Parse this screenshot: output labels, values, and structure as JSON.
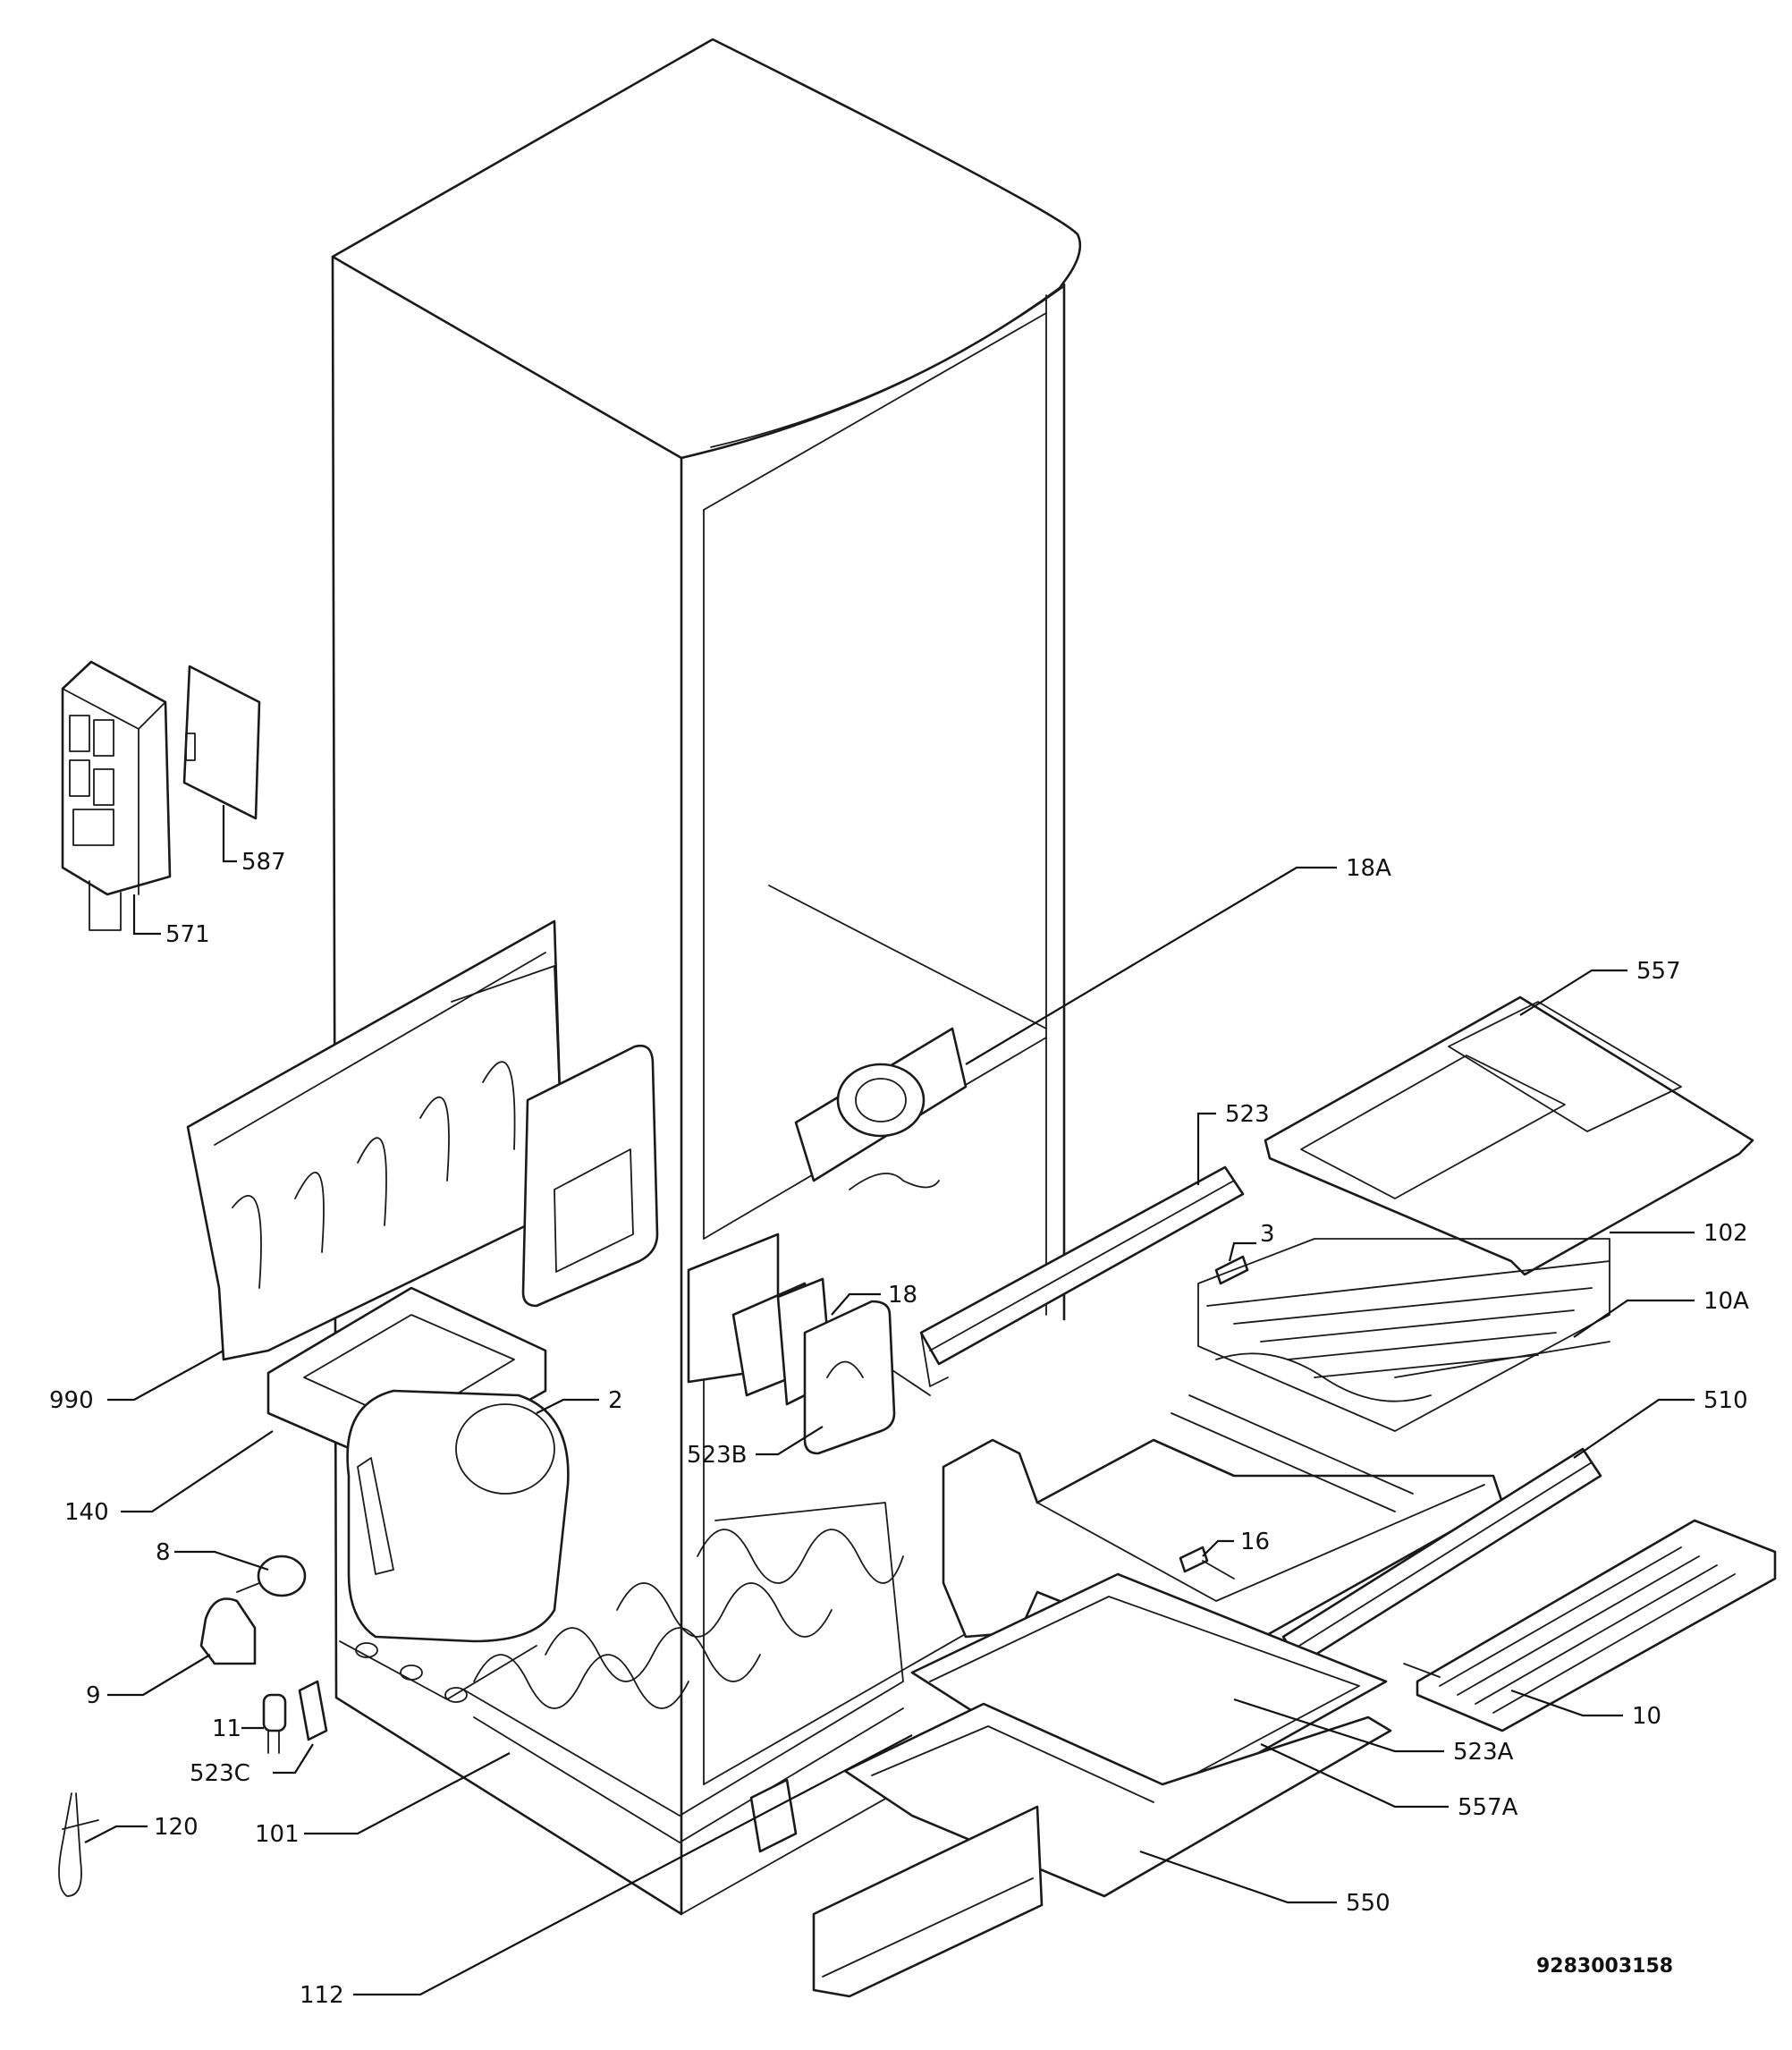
{
  "document_number": "9283003158",
  "callouts": [
    {
      "id": "18A",
      "label": "18A"
    },
    {
      "id": "557",
      "label": "557"
    },
    {
      "id": "523",
      "label": "523"
    },
    {
      "id": "3",
      "label": "3"
    },
    {
      "id": "102",
      "label": "102"
    },
    {
      "id": "18",
      "label": "18"
    },
    {
      "id": "10A",
      "label": "10A"
    },
    {
      "id": "510",
      "label": "510"
    },
    {
      "id": "2",
      "label": "2"
    },
    {
      "id": "523B",
      "label": "523B"
    },
    {
      "id": "990",
      "label": "990"
    },
    {
      "id": "140",
      "label": "140"
    },
    {
      "id": "8",
      "label": "8"
    },
    {
      "id": "16",
      "label": "16"
    },
    {
      "id": "9",
      "label": "9"
    },
    {
      "id": "10",
      "label": "10"
    },
    {
      "id": "11",
      "label": "11"
    },
    {
      "id": "523A",
      "label": "523A"
    },
    {
      "id": "523C",
      "label": "523C"
    },
    {
      "id": "557A",
      "label": "557A"
    },
    {
      "id": "120",
      "label": "120"
    },
    {
      "id": "101",
      "label": "101"
    },
    {
      "id": "550",
      "label": "550"
    },
    {
      "id": "112",
      "label": "112"
    },
    {
      "id": "587",
      "label": "587"
    },
    {
      "id": "571",
      "label": "571"
    }
  ]
}
